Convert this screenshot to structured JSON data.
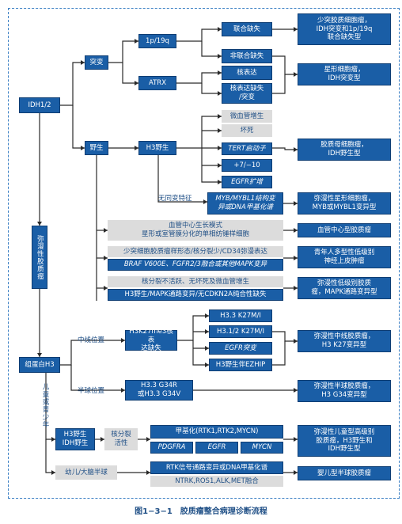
{
  "nodes": {
    "idh12": "IDH1/2",
    "mutant": "突变",
    "wildtype": "野生",
    "codel_1p19q": "1p/19q",
    "atrx": "ATRX",
    "combined_loss": "联合缺失",
    "non_combined_loss": "非联合缺失",
    "nuclear_expr": "核表达",
    "nuclear_loss": "核表达缺失\n/突变",
    "h3_wt": "H3野生",
    "micro_vasc": "微血管增生",
    "necrosis": "坏死",
    "tert": "TERT启动子",
    "chr7_10": "+7/−10",
    "egfr_amp": "EGFR扩增",
    "no_anomaly": "无同变特征",
    "myb_myb1": "MYB/MYBL1结构变\n异或DNA甲基化谱",
    "perivascular": "血管中心生长模式\n星形或室管膜分化的单相纺锤样细胞",
    "oligodendro_like": "少突细胞胶质瘤样形态/核分裂少/CD34弥漫表达",
    "braf": "BRAF V600E、FGFR2/3融合或其他MAPK变异",
    "nuclear_mitosis": "核分裂不活跃、无坏死及微血管增生",
    "h3wt_mapk": "H3野生/MAPK通路变异/无CDKN2A纯合性缺失",
    "diffuse_glioma": "弥漫性胶质瘤",
    "histone_h3": "组蛋白H3",
    "midline": "中线位置",
    "hemisphere": "半球位置",
    "h3k27_loss": "H3K27me3核表\n达缺失",
    "h33_k27m": "H3.3 K27M/I",
    "h31_k27m": "H3.1/2 K27M/I",
    "egfr_mut": "EGFR突变",
    "h3wt_ezhip": "H3野生伴EZHIP",
    "h33_g34": "H3.3 G34R\n或H3.3 G34V",
    "pediatric": "儿童或青少年",
    "h3_idh_wt": "H3野生\nIDH野生",
    "mitotic_active": "核分裂\n活性",
    "methyl_rtk": "甲基化(RTK1,RTK2,MYCN)",
    "pdgfra": "PDGFRA",
    "egfr3": "EGFR",
    "mycn": "MYCN",
    "infant": "幼儿/大脑半球",
    "rtk_signal": "RTK信号通路变异或DNA甲基化谱",
    "ntrk": "NTRK,ROS1,ALK,MET融合"
  },
  "results": {
    "r1": "少突胶质细胞瘤，\nIDH突变和1p/19q\n联合缺失型",
    "r2": "星形细胞瘤，\nIDH突变型",
    "r3": "胶质母细胞瘤，\nIDH野生型",
    "r4": "弥漫性星形细胞瘤，\nMYB或MYBL1变异型",
    "r5": "血管中心型胶质瘤",
    "r6": "青年人多型性低级别\n神经上皮肿瘤",
    "r7": "弥漫性低级别胶质\n瘤，MAPK通路变异型",
    "r8": "弥漫性中线胶质瘤，\nH3 K27变异型",
    "r9": "弥漫性半球胶质瘤，\nH3 G34变异型",
    "r10": "弥漫性儿童型高级别\n胶质瘤，H3野生和\nIDH野生型",
    "r11": "婴儿型半球胶质瘤"
  },
  "caption": "图1−3−1　胶质瘤整合病理诊断流程",
  "colors": {
    "blue": "#1a5ea6",
    "gray": "#dcdcdc",
    "line": "#2a2a2a",
    "frame": "#3a7fc4"
  }
}
